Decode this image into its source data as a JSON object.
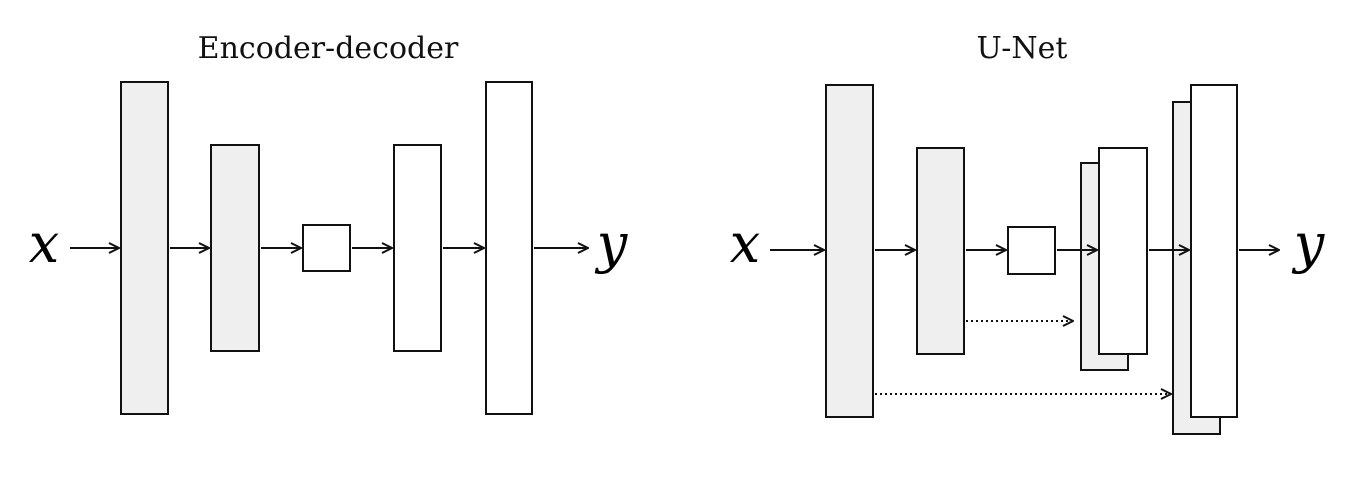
{
  "panels": {
    "encoder_decoder": {
      "title": "Encoder-decoder",
      "input_label": "x",
      "output_label": "y"
    },
    "unet": {
      "title": "U-Net",
      "input_label": "x",
      "output_label": "y"
    }
  },
  "colors": {
    "encoder_fill": "#efeff0",
    "decoder_fill": "#ffffff",
    "stroke": "#111111"
  }
}
